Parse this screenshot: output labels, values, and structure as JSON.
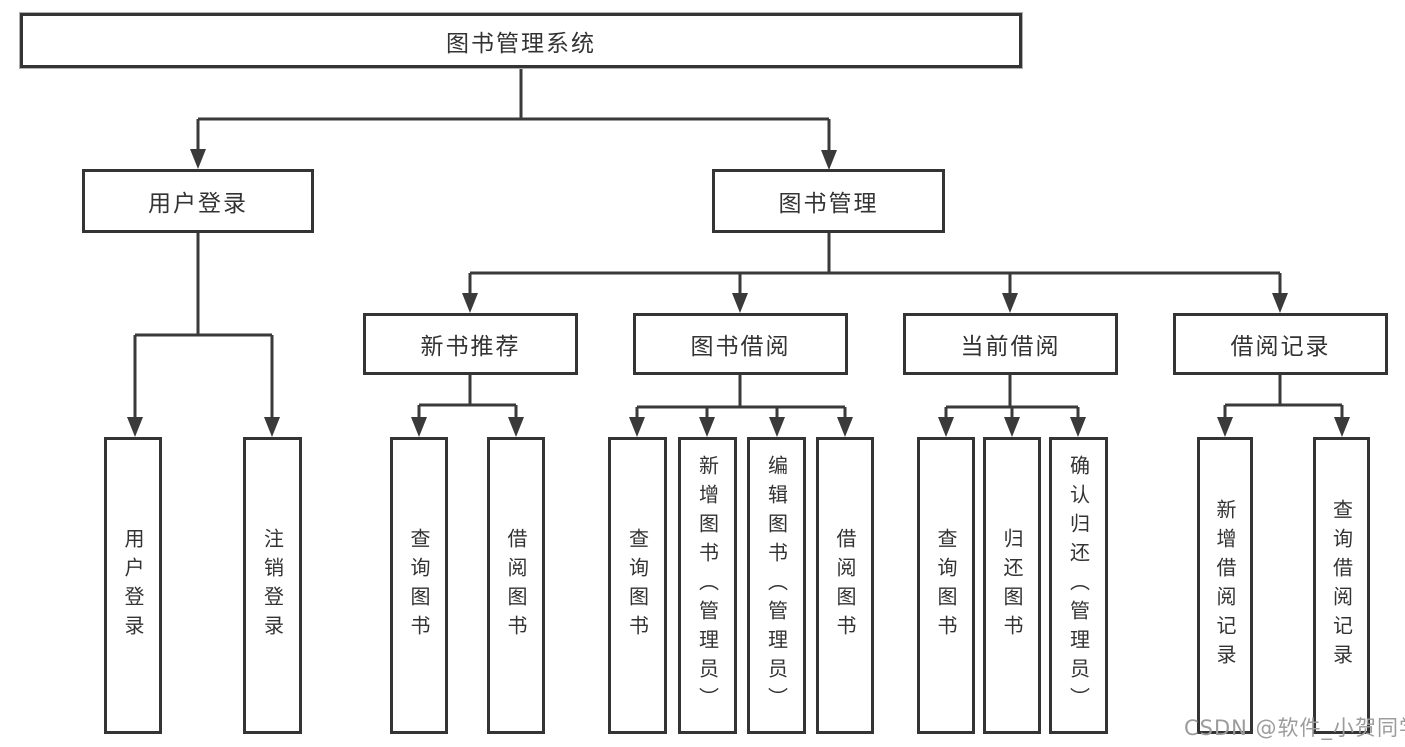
{
  "nodes": {
    "root": "图书管理系统",
    "user_login": "用户登录",
    "book_mgmt": "图书管理",
    "new_book_rec": "新书推荐",
    "book_borrow": "图书借阅",
    "current_borrow": "当前借阅",
    "borrow_records": "借阅记录",
    "user_login_leaves": [
      "用户登录",
      "注销登录"
    ],
    "new_book_rec_leaves": [
      "查询图书",
      "借阅图书"
    ],
    "book_borrow_leaves": [
      "查询图书",
      "新增图书（管理员）",
      "编辑图书（管理员）",
      "借阅图书"
    ],
    "current_borrow_leaves": [
      "查询图书",
      "归还图书",
      "确认归还（管理员）"
    ],
    "borrow_records_leaves": [
      "新增借阅记录",
      "查询借阅记录"
    ]
  },
  "colors": {
    "line": "#3a3a3a",
    "border": "#343434",
    "text": "#333333",
    "watermark": "#9c9c9c"
  },
  "watermark": "CSDN @软件_小贺同学"
}
